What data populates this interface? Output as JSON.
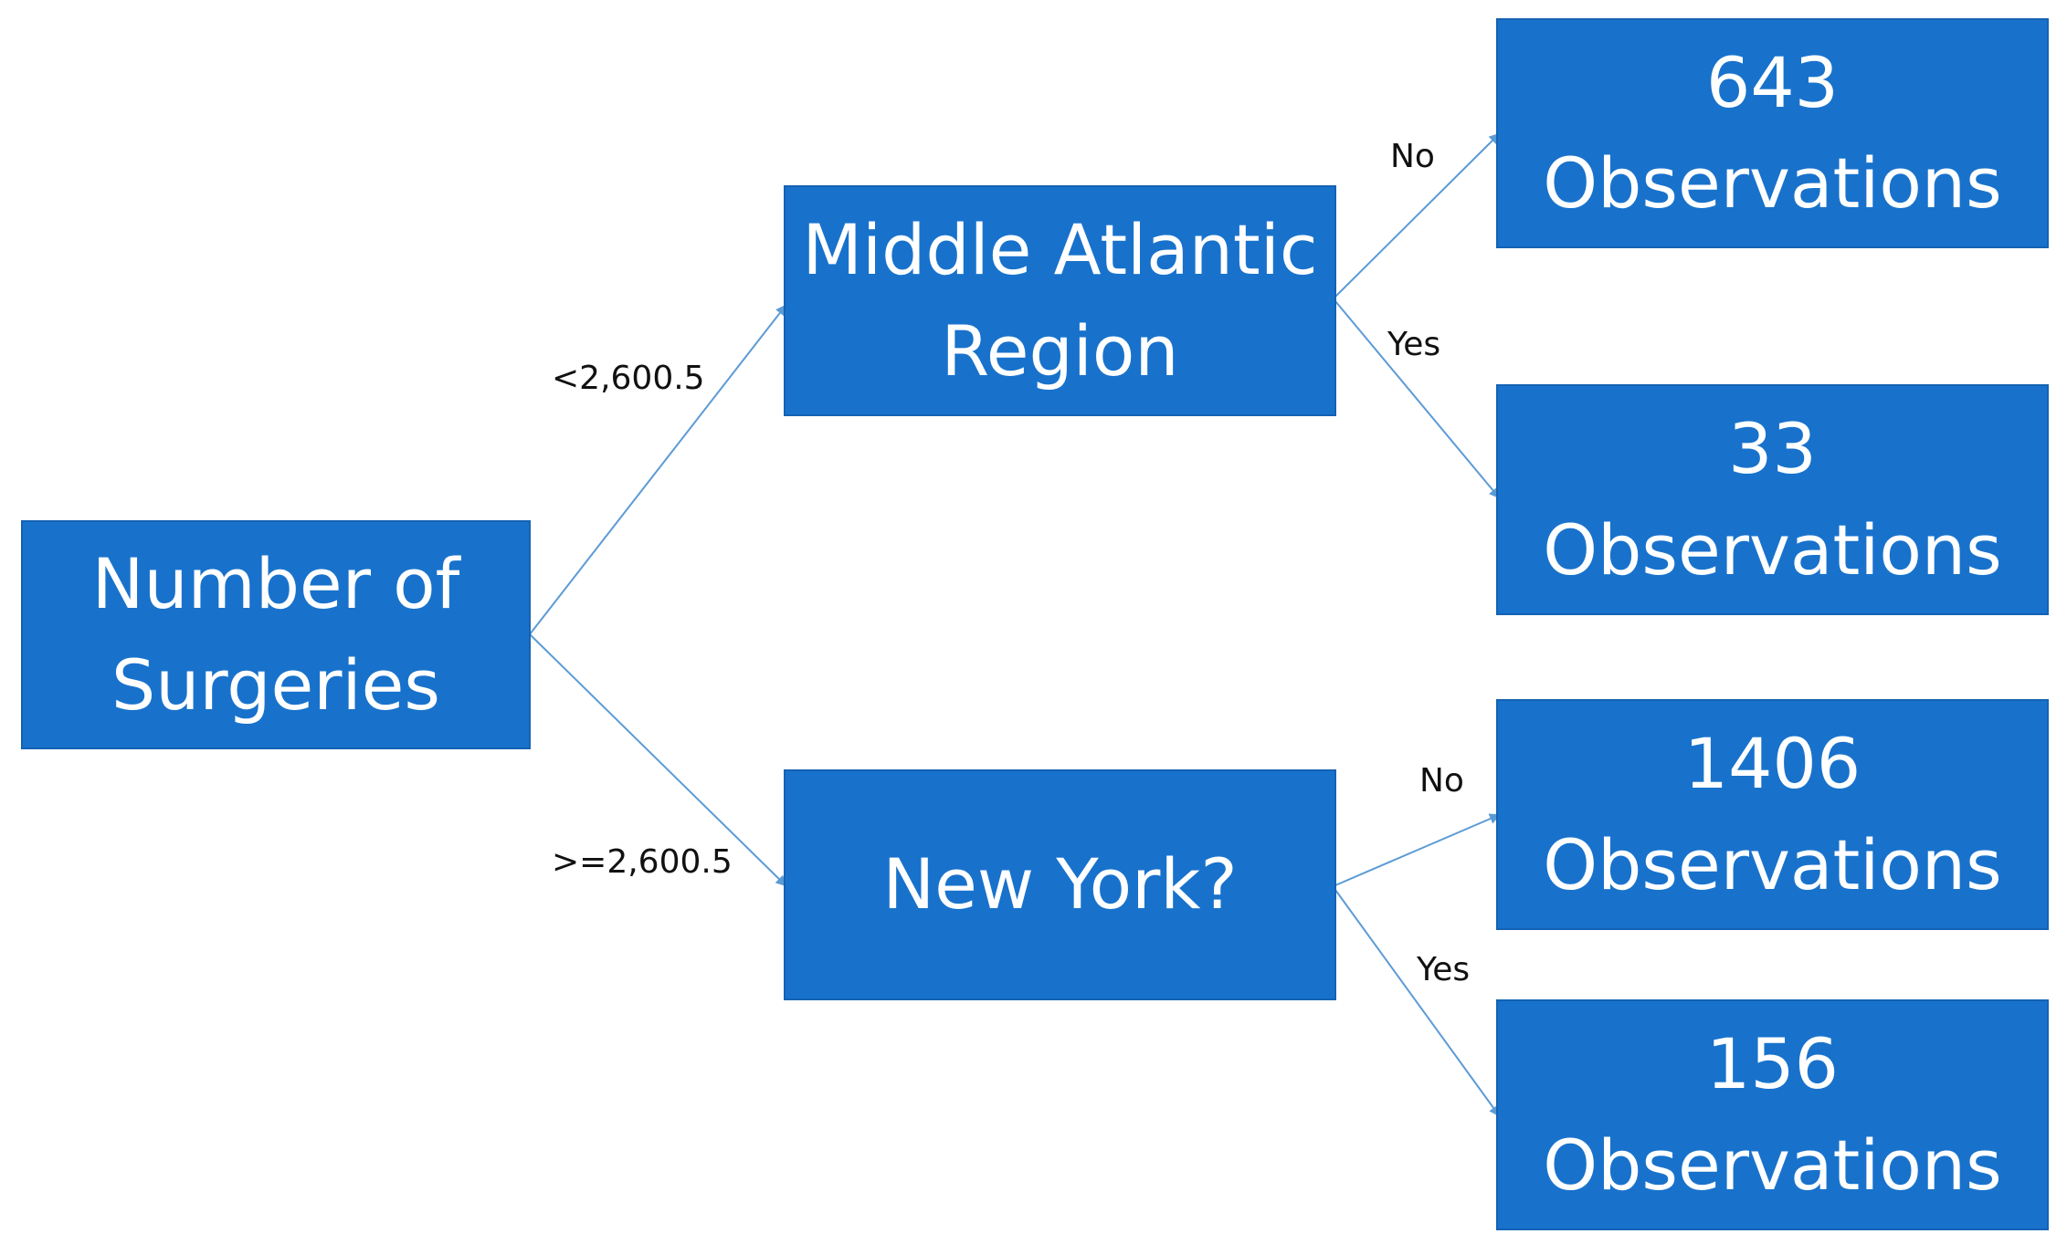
{
  "colors": {
    "node_fill": "#1872cc",
    "node_text": "#ffffff",
    "connector": "#5b9bd5",
    "label_text": "#111111"
  },
  "nodes": {
    "root": {
      "line1": "Number of",
      "line2": "Surgeries"
    },
    "middle_atlantic": {
      "line1": "Middle Atlantic",
      "line2": "Region"
    },
    "new_york": {
      "line1": "New York?"
    },
    "leaf_643": {
      "line1": "643",
      "line2": "Observations"
    },
    "leaf_33": {
      "line1": "33",
      "line2": "Observations"
    },
    "leaf_1406": {
      "line1": "1406",
      "line2": "Observations"
    },
    "leaf_156": {
      "line1": "156",
      "line2": "Observations"
    }
  },
  "edges": {
    "root_to_middle_atlantic": "<2,600.5",
    "root_to_new_york": ">=2,600.5",
    "middle_atlantic_no": "No",
    "middle_atlantic_yes": "Yes",
    "new_york_no": "No",
    "new_york_yes": "Yes"
  }
}
